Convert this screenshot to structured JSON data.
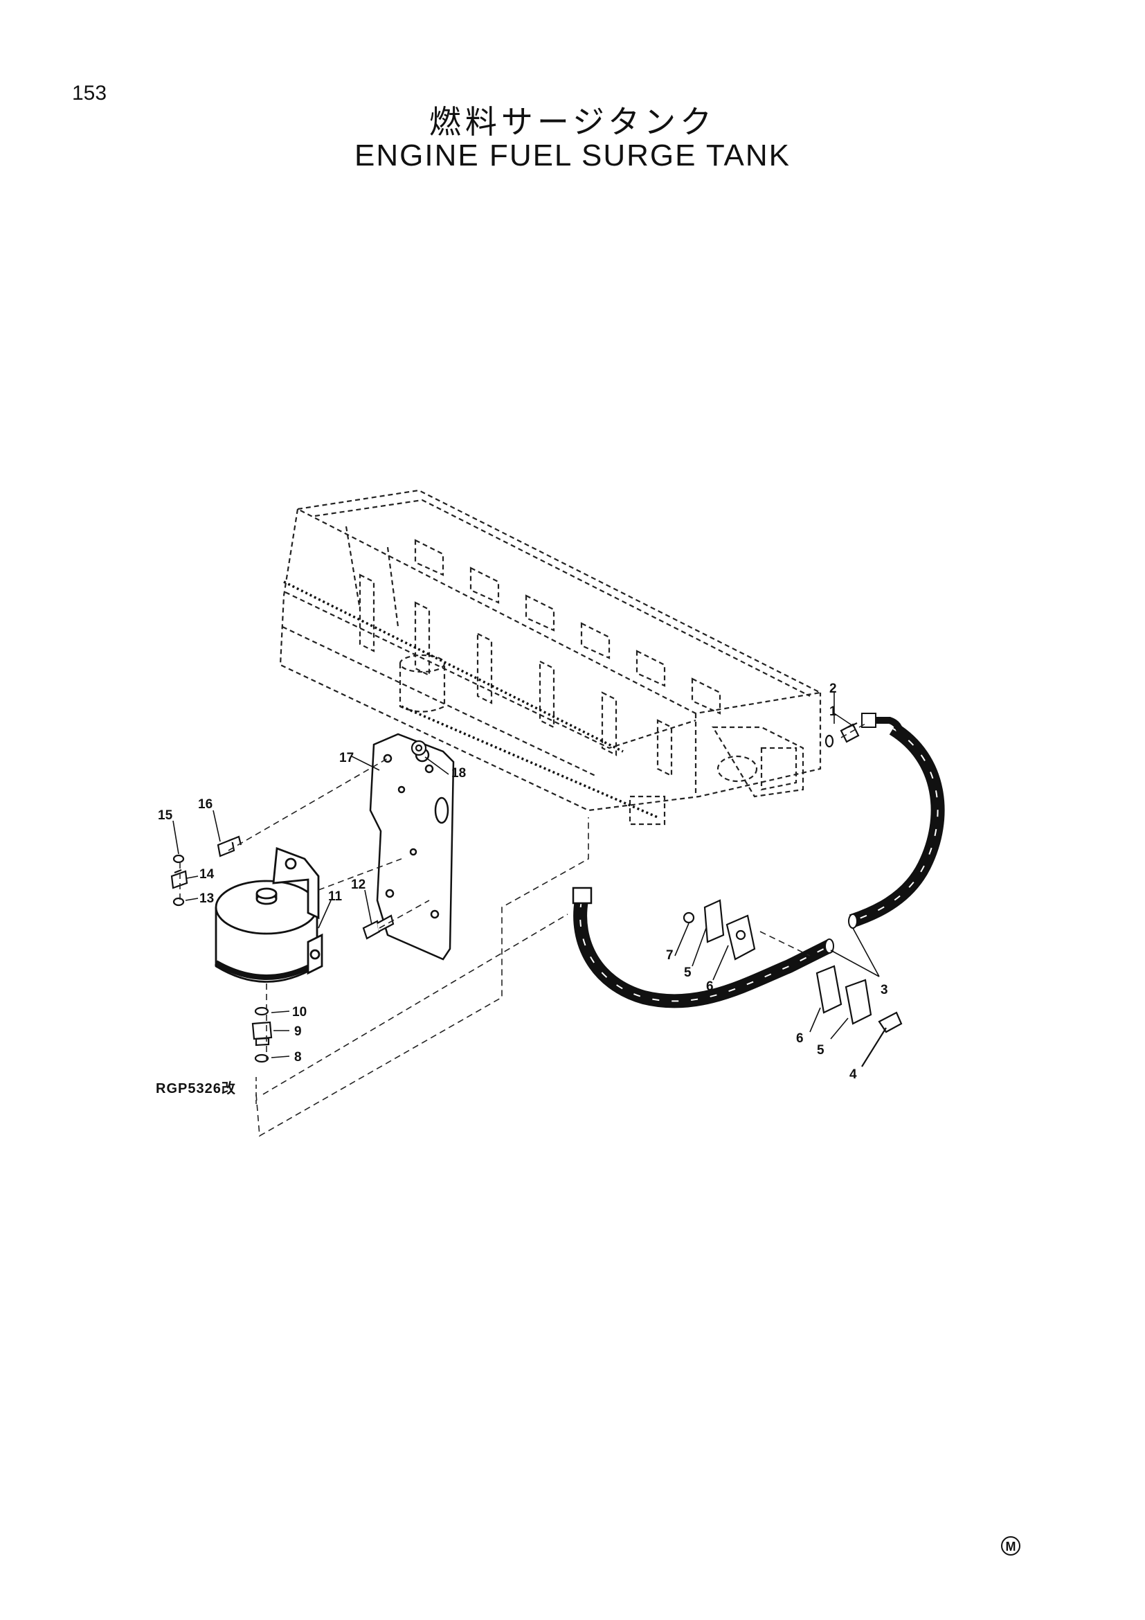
{
  "page": {
    "number": "153",
    "title_jp": "燃料サージタンク",
    "title_en": "ENGINE FUEL SURGE TANK"
  },
  "diagram": {
    "drawing_code": "RGP5326改",
    "corner_mark": "M",
    "callouts": [
      "1",
      "2",
      "3",
      "4",
      "5",
      "5",
      "6",
      "6",
      "7",
      "8",
      "9",
      "10",
      "11",
      "12",
      "13",
      "14",
      "15",
      "16",
      "17",
      "18"
    ]
  }
}
